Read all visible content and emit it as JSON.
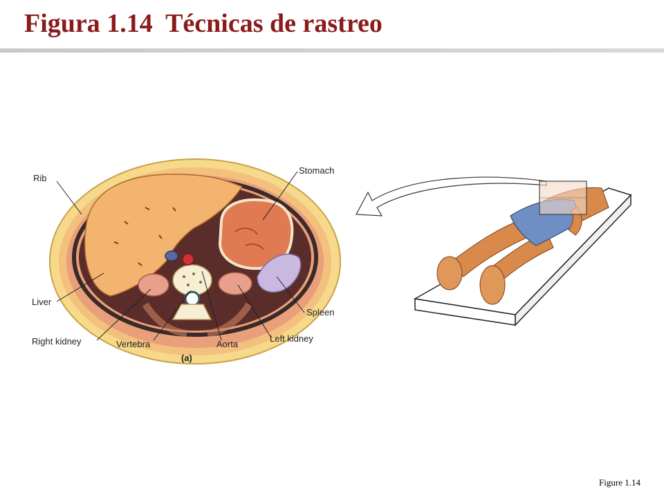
{
  "title": "Figura 1.14  Técnicas de rastreo",
  "figure_note": "Figure 1.14",
  "labels": {
    "rib": "Rib",
    "stomach": "Stomach",
    "liver": "Liver",
    "spleen": "Spleen",
    "right_kidney": "Right kidney",
    "vertebra": "Vertebra",
    "aorta": "Aorta",
    "left_kidney": "Left kidney",
    "panel": "(a)"
  },
  "colors": {
    "title": "#8b1a1a",
    "liver": "#f2b46e",
    "stomach": "#e07a52",
    "spleen": "#c9b8e0",
    "skin": "#d98a4a",
    "shorts": "#6f8fc4"
  }
}
